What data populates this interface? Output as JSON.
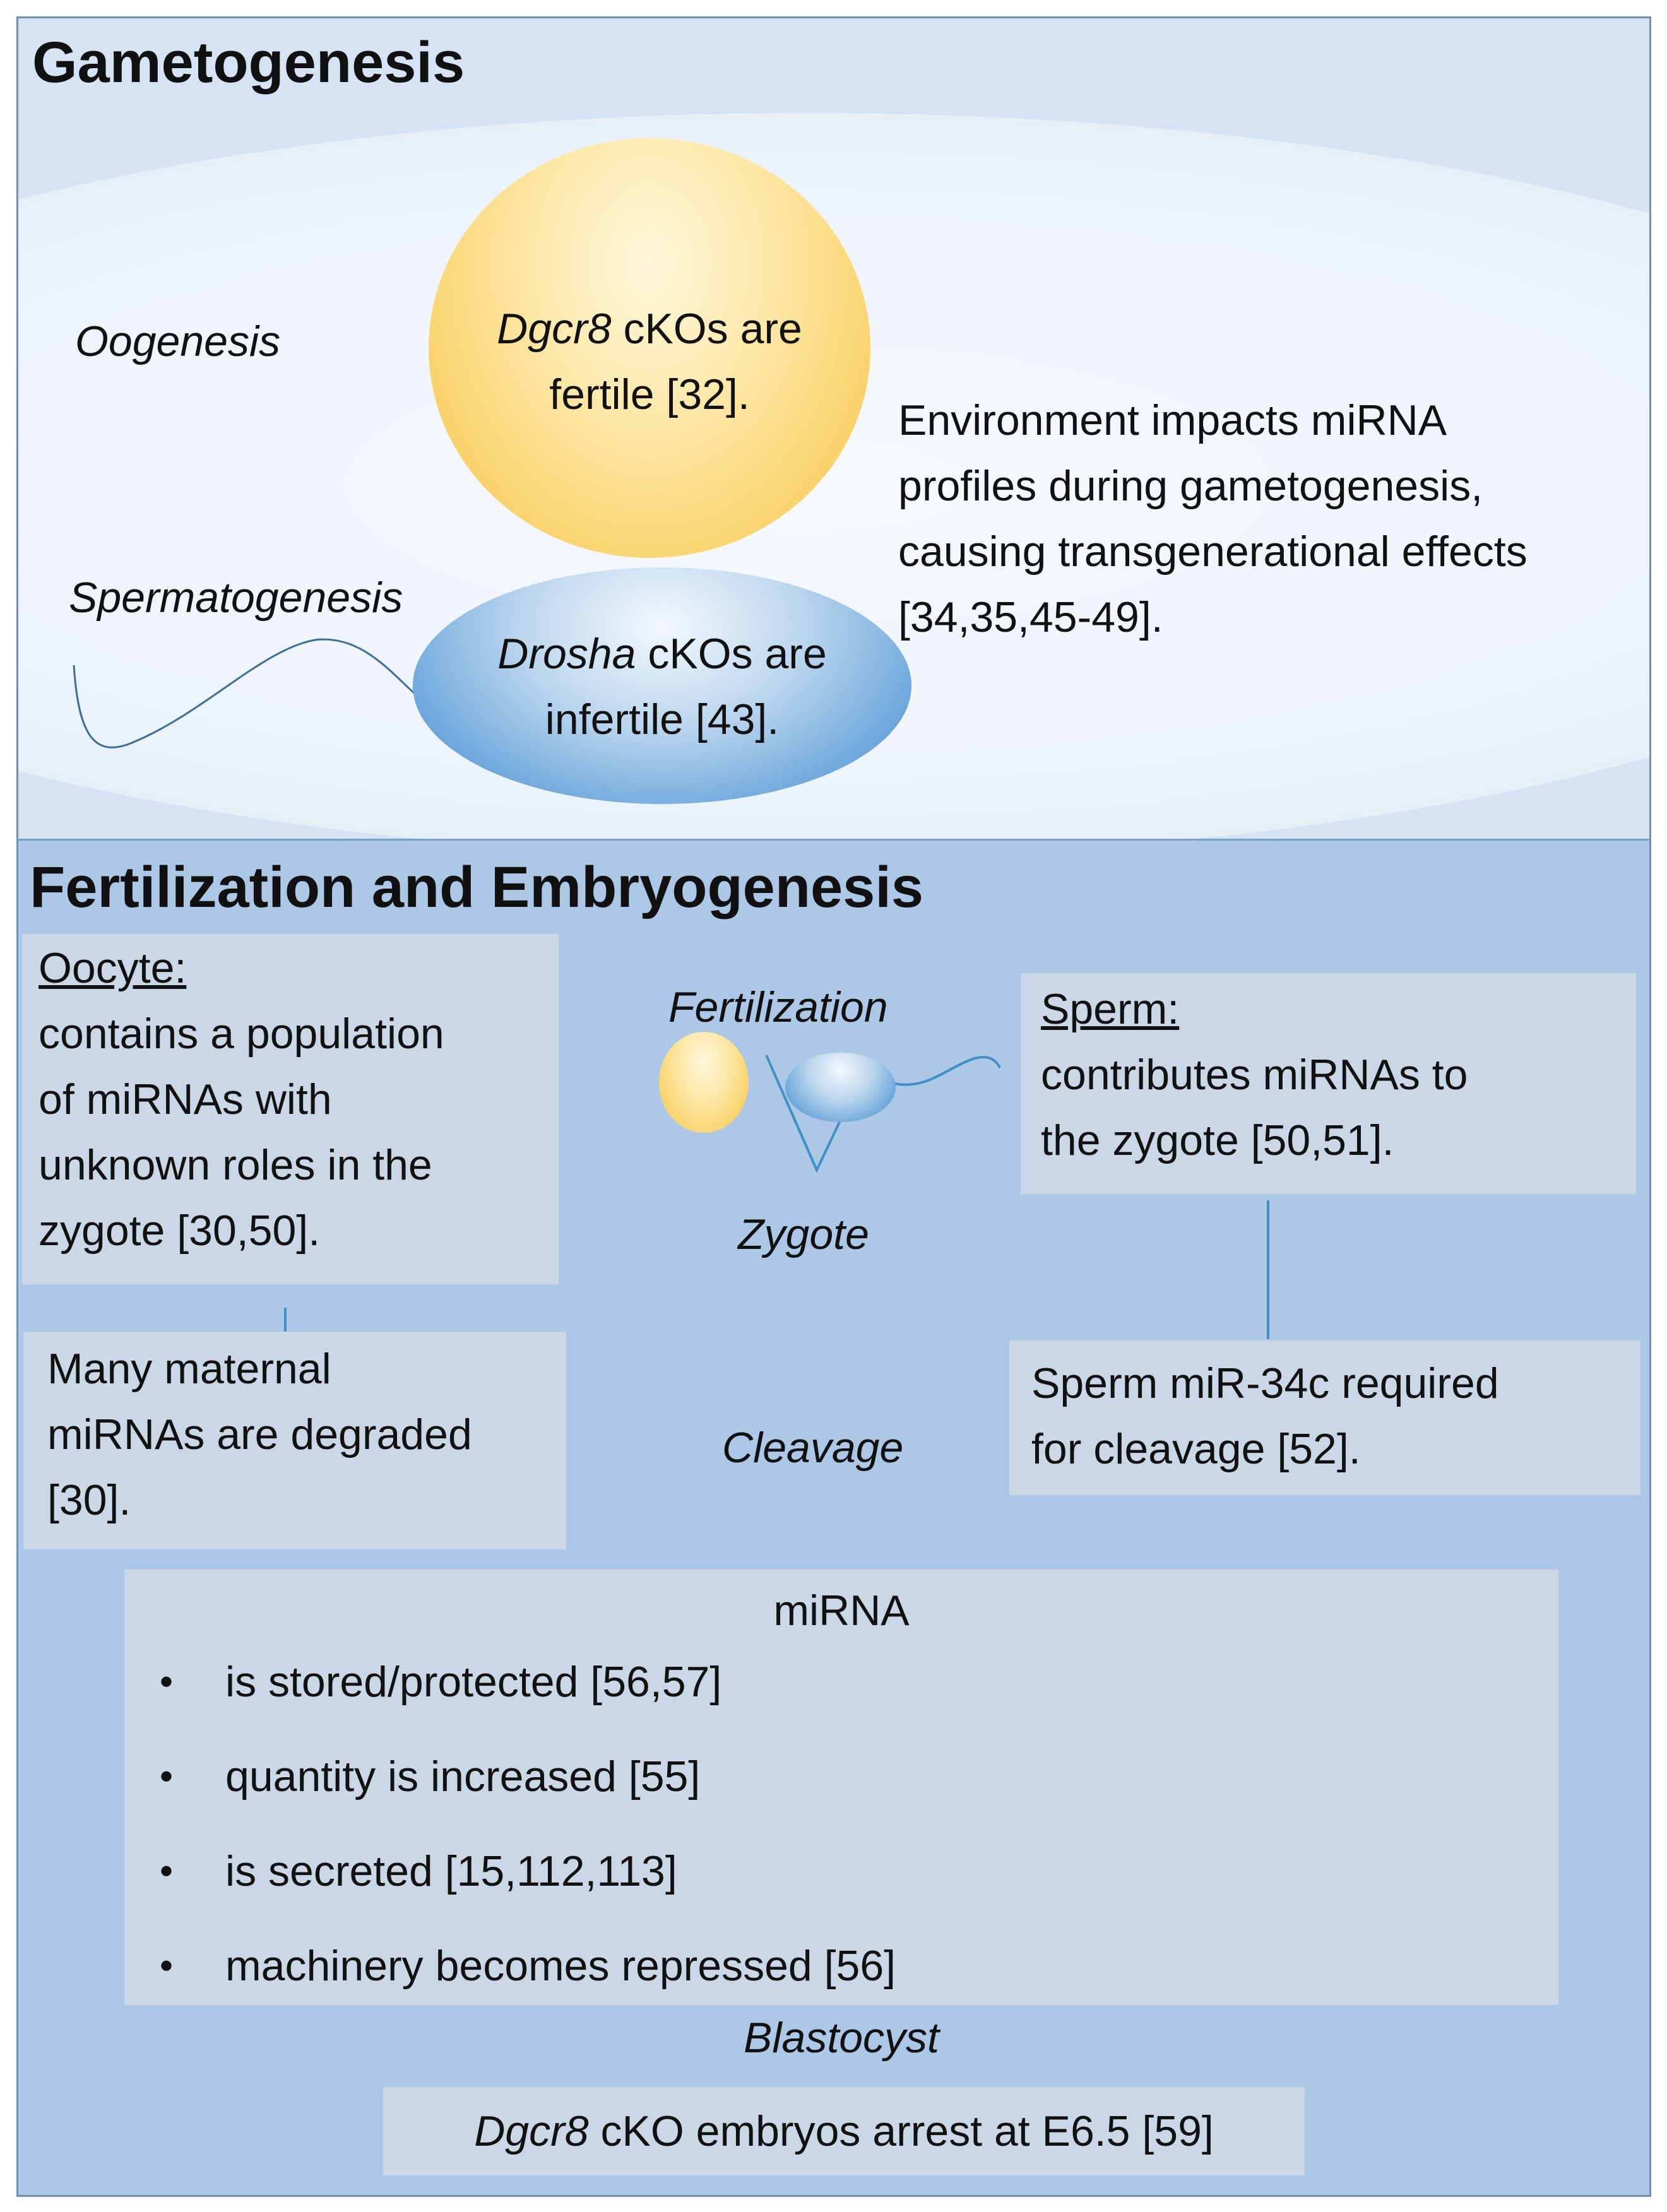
{
  "top": {
    "title": "Gametogenesis",
    "oogenesis": "Oogenesis",
    "spermatogenesis": "Spermatogenesis",
    "oocyte_gene": "Dgcr8",
    "oocyte_line1_rest": "cKOs are",
    "oocyte_line2": "fertile [32].",
    "sperm_gene": "Drosha",
    "sperm_line1_rest": "cKOs are",
    "sperm_line2": "infertile [43].",
    "environment": [
      "Environment impacts miRNA",
      "profiles during gametogenesis,",
      "causing transgenerational effects",
      "[34,35,45-49]."
    ]
  },
  "bottom": {
    "title": "Fertilization and Embryogenesis",
    "oocyte_heading": "Oocyte:",
    "oocyte_lines": [
      "contains a population",
      "of miRNAs with",
      "unknown roles in the",
      "zygote [30,50]."
    ],
    "maternal_lines": [
      "Many maternal",
      "miRNAs are degraded",
      "[30]."
    ],
    "fertilization": "Fertilization",
    "zygote": "Zygote",
    "cleavage": "Cleavage",
    "sperm_heading": "Sperm:",
    "sperm_lines": [
      "contributes miRNAs  to",
      "the zygote [50,51]."
    ],
    "mir34c_lines": [
      "Sperm miR-34c required",
      "for cleavage [52]."
    ],
    "mirna_title": "miRNA",
    "bullets": [
      "is stored/protected [56,57]",
      "quantity is increased [55]",
      "is secreted [15,112,113]",
      "machinery becomes repressed [56]"
    ],
    "bullet_symbol": "•",
    "blastocyst": "Blastocyst",
    "embryo_gene": "Dgcr8",
    "embryo_rest": "cKO embryos arrest at E6.5 [59]"
  },
  "colors": {
    "top_panel": "#d5e3f4",
    "bottom_panel": "#adc7e6",
    "box_fill": "#cbd6e6",
    "connector": "#3f8fc9",
    "oocyte_yellow": "#f9d063",
    "sperm_blue": "#3f85c6"
  }
}
